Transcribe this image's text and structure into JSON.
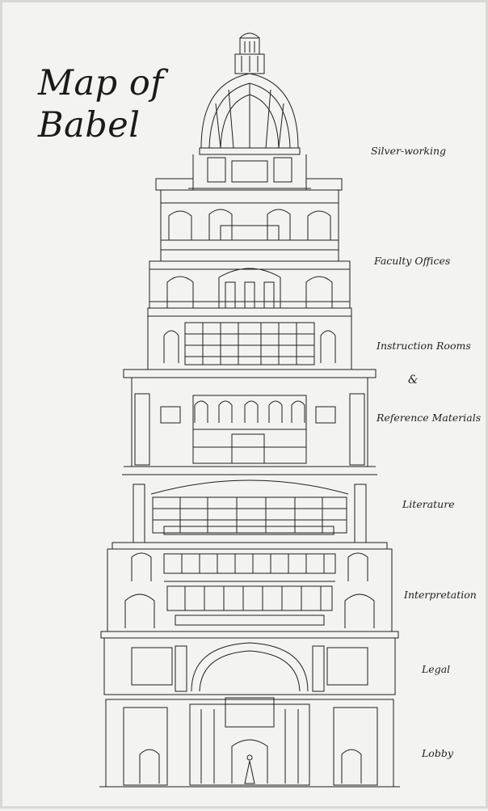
{
  "title": {
    "line1": "Map of",
    "line2": "Babel"
  },
  "floors": [
    {
      "label": "Silver-working"
    },
    {
      "label": "Faculty Offices"
    },
    {
      "label": "Instruction Rooms"
    },
    {
      "label": "&"
    },
    {
      "label": "Reference Materials"
    },
    {
      "label": "Literature"
    },
    {
      "label": "Interpretation"
    },
    {
      "label": "Legal"
    },
    {
      "label": "Lobby"
    }
  ],
  "colors": {
    "ink": "#1f1f1f",
    "paper": "#f3f3f1",
    "border": "#d8d8d4"
  },
  "icons": [
    "tower-illustration"
  ]
}
